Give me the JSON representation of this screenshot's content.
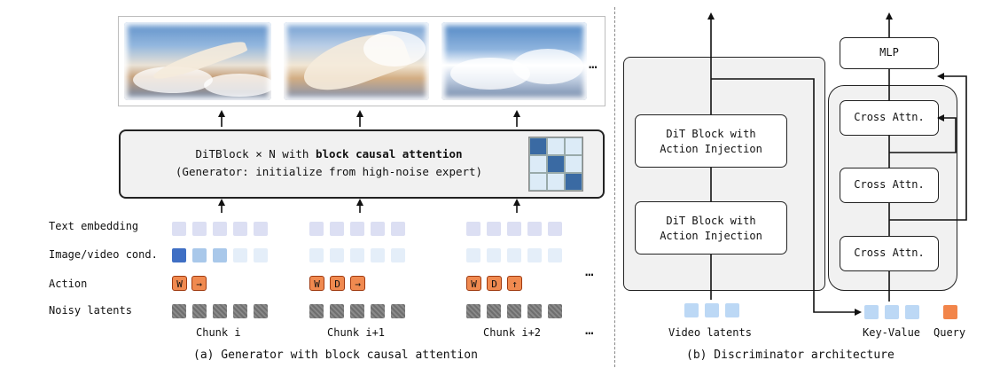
{
  "generator": {
    "dit_line1_prefix": "DiTBlock × N with ",
    "dit_line1_bold": "block causal attention",
    "dit_line2": "(Generator: initialize from high-noise expert)",
    "row_labels": [
      "Text embedding",
      "Image/video cond.",
      "Action",
      "Noisy latents"
    ],
    "chunk_labels": [
      "Chunk i",
      "Chunk i+1",
      "Chunk i+2"
    ],
    "chunk_actions": [
      [
        "W",
        "→"
      ],
      [
        "W",
        "D",
        "→"
      ],
      [
        "W",
        "D",
        "↑"
      ]
    ],
    "ellipsis": "…",
    "caption": "(a) Generator with block causal attention"
  },
  "discriminator": {
    "block_line1": "DiT Block with",
    "block_line2": "Action Injection",
    "mlp_label": "MLP",
    "cross_attn_label": "Cross Attn.",
    "video_latents_label": "Video latents",
    "key_value_label": "Key-Value",
    "query_label": "Query",
    "caption": "(b) Discriminator architecture"
  },
  "colors": {
    "text_embedding": "#dcdff3",
    "cond_dark": "#3f6fc4",
    "cond_mid": "#a9c8ea",
    "cond_light": "#e4eef9",
    "action_key": "#f08a50",
    "noisy_latent": "#7a7a7a",
    "key_value": "#bcd8f5",
    "query": "#f2854a",
    "attention_dark": "#3a6aa3",
    "attention_light": "#dcebf7"
  },
  "attention_mask": [
    [
      "dark",
      "light",
      "light"
    ],
    [
      "light",
      "dark",
      "light"
    ],
    [
      "light",
      "light",
      "dark"
    ]
  ]
}
